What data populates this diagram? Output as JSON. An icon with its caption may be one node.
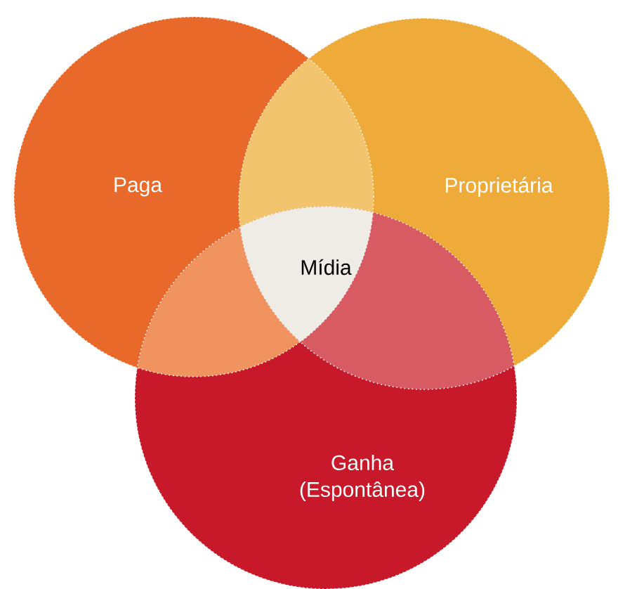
{
  "diagram": {
    "nodes": [
      {
        "text": [
          "Paga"
        ]
      },
      {
        "text": [
          "Proprietária"
        ]
      },
      {
        "text": [
          "Ganha (Espontânea)"
        ]
      },
      {
        "text": [
          "Mídia"
        ]
      }
    ]
  }
}
